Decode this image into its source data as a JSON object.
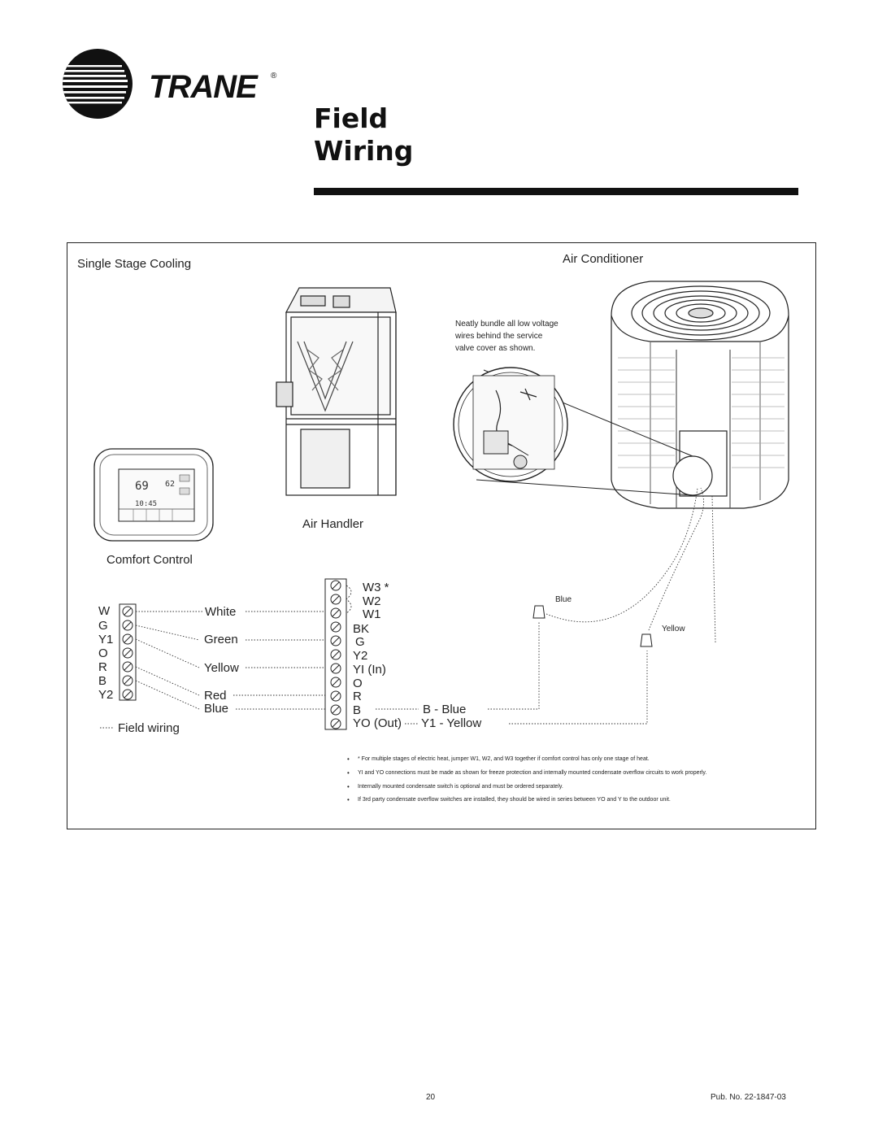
{
  "header": {
    "brand": "TRANE",
    "registered": "®",
    "title_line1": "Field",
    "title_line2": "Wiring"
  },
  "diagram": {
    "section_title": "Single Stage Cooling",
    "air_conditioner_label": "Air Conditioner",
    "bundle_note": [
      "Neatly bundle all low voltage",
      "wires behind the service",
      "valve cover as shown."
    ],
    "air_handler_label": "Air Handler",
    "comfort_control_label": "Comfort Control",
    "thermostat_display": {
      "temp": "69",
      "setpoint": "62",
      "time": "10:45"
    },
    "comfort_control_terminals": [
      "W",
      "G",
      "Y1",
      "O",
      "R",
      "B",
      "Y2"
    ],
    "wire_colors": [
      "White",
      "Green",
      "Yellow",
      "Red",
      "Blue"
    ],
    "air_handler_terminals": [
      "W3 *",
      "W2",
      "W1",
      "BK",
      "G",
      "Y2",
      "YI (In)",
      "O",
      "R",
      "B",
      "YO (Out)"
    ],
    "outdoor_connections": [
      "B - Blue",
      "Y1 - Yellow"
    ],
    "wire_nut_labels": [
      "Blue",
      "Yellow"
    ],
    "legend_label": "Field wiring",
    "notes": [
      "* For multiple stages of electric heat, jumper W1, W2, and W3 together if comfort control has only one stage of heat.",
      "YI and YO connections must be made as shown for freeze protection and internally mounted condensate overflow circuits to work properly.",
      "Internally mounted condensate switch is optional and must be ordered separately.",
      "If 3rd party condensate overflow switches are installed, they should be wired in series between YO and Y to the outdoor unit."
    ]
  },
  "footer": {
    "page_number": "20",
    "pub_number": "Pub. No. 22-1847-03"
  }
}
